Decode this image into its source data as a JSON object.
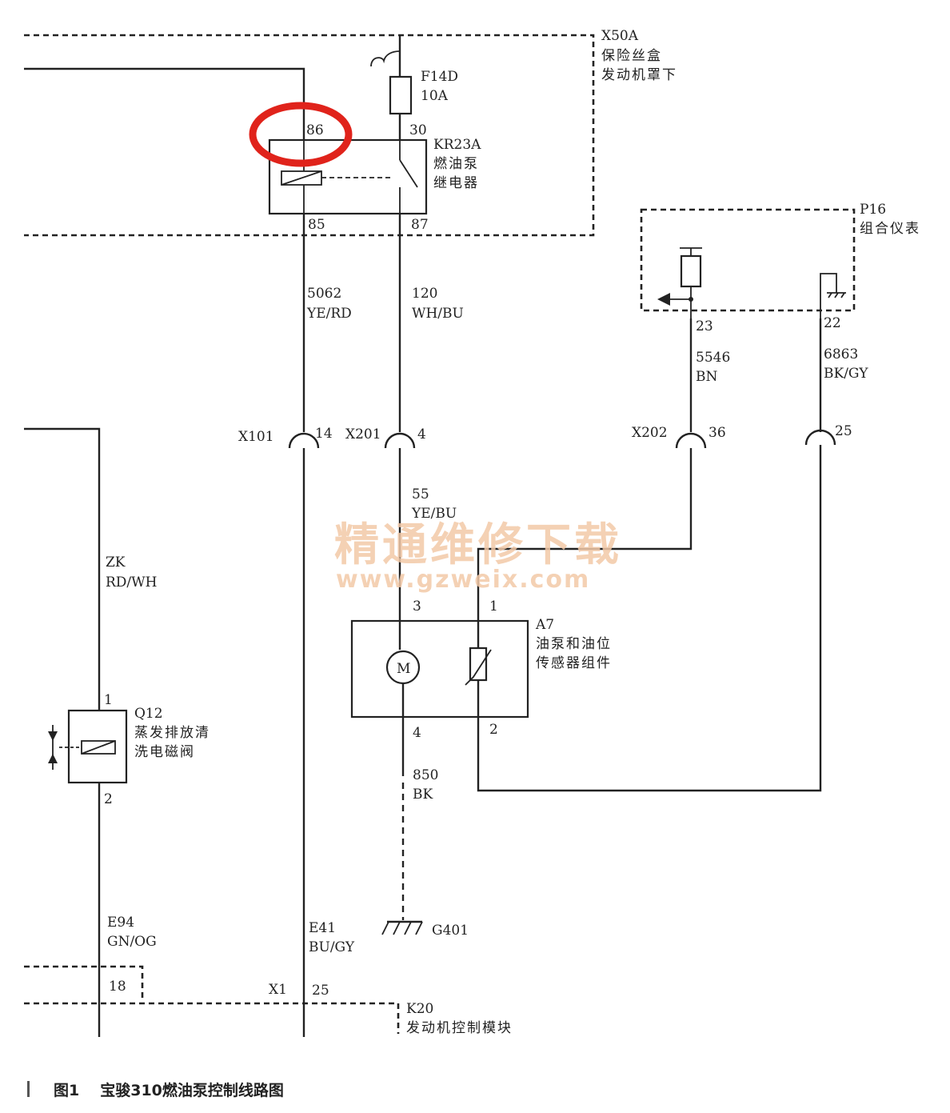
{
  "modules": {
    "fuse_box": {
      "id": "X50A",
      "name_line1": "保险丝盒",
      "name_line2": "发动机罩下"
    },
    "fuse": {
      "id": "F14D",
      "rating": "10A"
    },
    "relay": {
      "id": "KR23A",
      "name_line1": "燃油泵",
      "name_line2": "继电器",
      "pin_86": "86",
      "pin_30": "30",
      "pin_85": "85",
      "pin_87": "87"
    },
    "cluster": {
      "id": "P16",
      "name": "组合仪表",
      "pin_23": "23",
      "pin_22": "22"
    },
    "pump": {
      "id": "A7",
      "name_line1": "油泵和油位",
      "name_line2": "传感器组件",
      "pin_3": "3",
      "pin_1": "1",
      "pin_4": "4",
      "pin_2": "2",
      "motor": "M"
    },
    "valve": {
      "id": "Q12",
      "name_line1": "蒸发排放清",
      "name_line2": "洗电磁阀",
      "pin_1": "1",
      "pin_2": "2"
    },
    "ecm": {
      "id": "K20",
      "name": "发动机控制模块",
      "connector": "X1",
      "pin_18": "18",
      "pin_25": "25"
    },
    "ground": {
      "id": "G401"
    }
  },
  "wires": {
    "w5062": {
      "circuit": "5062",
      "color": "YE/RD"
    },
    "w120": {
      "circuit": "120",
      "color": "WH/BU"
    },
    "w5546": {
      "circuit": "5546",
      "color": "BN"
    },
    "w6863": {
      "circuit": "6863",
      "color": "BK/GY"
    },
    "w55": {
      "circuit": "55",
      "color": "YE/BU"
    },
    "wZK": {
      "circuit": "ZK",
      "color": "RD/WH"
    },
    "w850": {
      "circuit": "850",
      "color": "BK"
    },
    "wE94": {
      "circuit": "E94",
      "color": "GN/OG"
    },
    "wE41": {
      "circuit": "E41",
      "color": "BU/GY"
    }
  },
  "connectors": {
    "x101": {
      "id": "X101",
      "pin": "14"
    },
    "x201": {
      "id": "X201",
      "pin": "4"
    },
    "x202": {
      "id": "X202",
      "pin": "36"
    },
    "x202b": {
      "pin": "25"
    }
  },
  "watermark": {
    "line1": "精通维修下载",
    "line2": "www.gzweix.com"
  },
  "caption": {
    "figure": "图1",
    "title": "宝骏310燃油泵控制线路图"
  },
  "colors": {
    "highlight": "#e0231b",
    "watermark": "#f3c9a8",
    "line": "#222222"
  }
}
